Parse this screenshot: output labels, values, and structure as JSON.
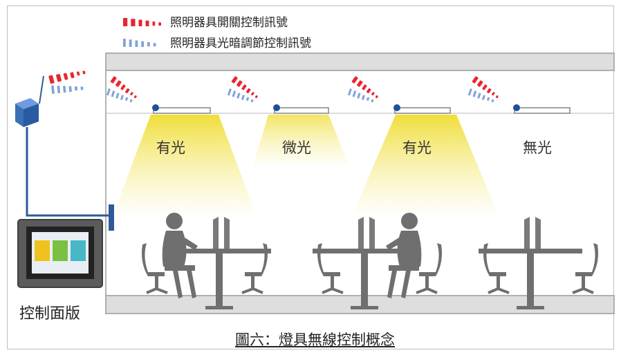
{
  "legend": {
    "switch_signal": {
      "label": "照明器具開關控制訊號",
      "color": "#e8262f"
    },
    "dim_signal": {
      "label": "照明器具光暗調節控制訊號",
      "color": "#7fa3d6"
    }
  },
  "zones": [
    {
      "label": "有光",
      "light_level": 1.0
    },
    {
      "label": "微光",
      "light_level": 0.5
    },
    {
      "label": "有光",
      "light_level": 1.0
    },
    {
      "label": "無光",
      "light_level": 0.0
    }
  ],
  "control_panel": {
    "label": "控制面版"
  },
  "caption": "圖六：燈具無線控制概念",
  "colors": {
    "slab": "#dedede",
    "slab_border": "#9a9a9a",
    "light_beam": "#f2e24a",
    "lamp_node": "#1f4f9c",
    "wire": "#2e5b97",
    "router": "#3b6fb6",
    "furniture": "#6f6f6f"
  }
}
